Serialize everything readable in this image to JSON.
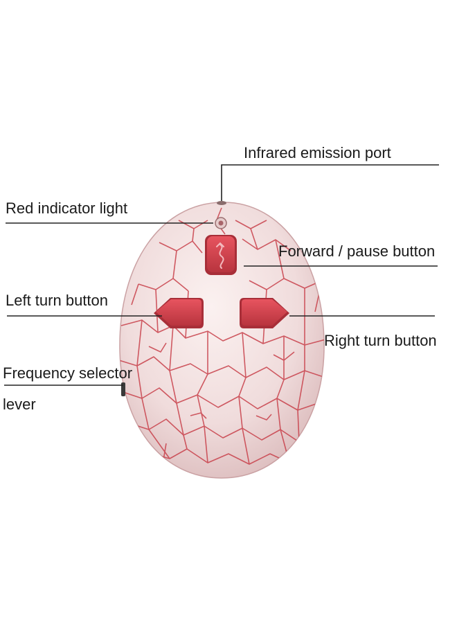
{
  "diagram": {
    "device": "egg-shaped remote control",
    "colors": {
      "shell": "#f2e3e3",
      "crack": "#c8404a",
      "button": "#d8434f",
      "button_dark": "#a82e38",
      "line": "#222222"
    },
    "labels": {
      "infrared": "Infrared emission port",
      "red_light": "Red indicator light",
      "forward": "Forward / pause button",
      "left_turn": "Left turn button",
      "right_turn": "Right turn button",
      "freq_line1": "Frequency selector",
      "freq_line2": "lever"
    }
  }
}
